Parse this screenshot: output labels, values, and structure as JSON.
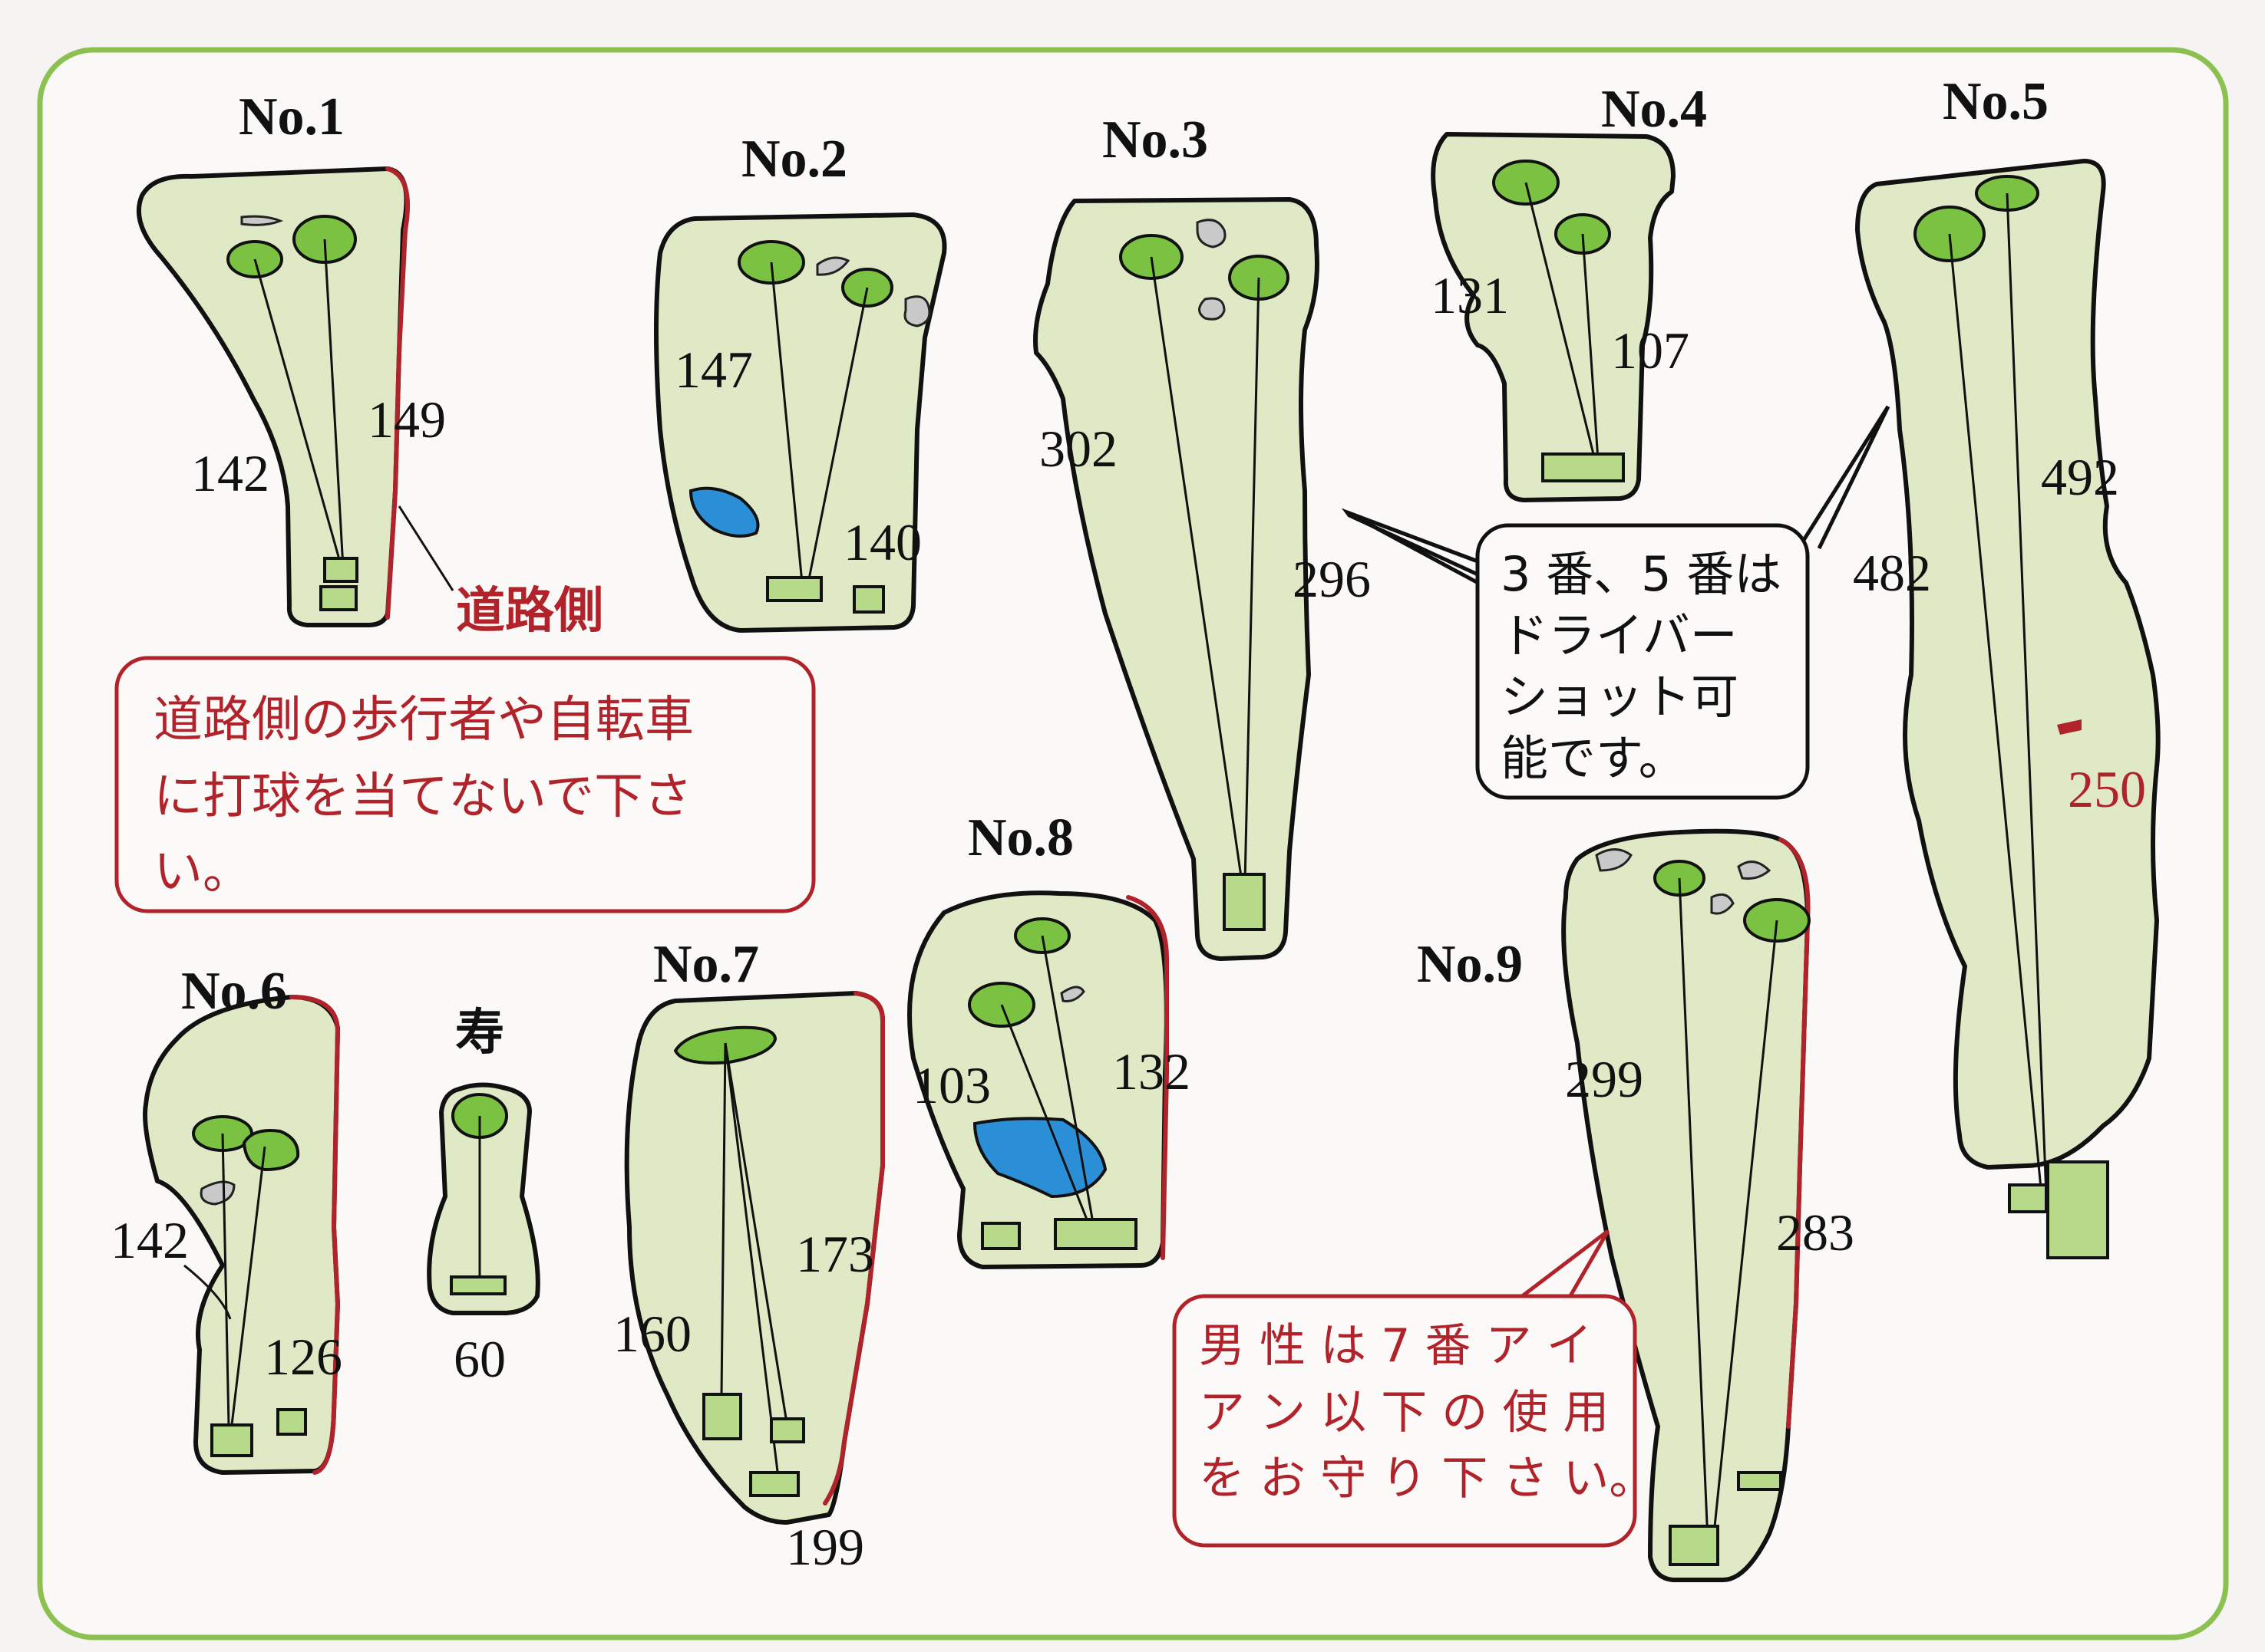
{
  "holes": [
    {
      "id": "no1",
      "title": "No.1",
      "distances": [
        "142",
        "149"
      ]
    },
    {
      "id": "no2",
      "title": "No.2",
      "distances": [
        "147",
        "140"
      ]
    },
    {
      "id": "no3",
      "title": "No.3",
      "distances": [
        "302",
        "296"
      ]
    },
    {
      "id": "no4",
      "title": "No.4",
      "distances": [
        "131",
        "107"
      ]
    },
    {
      "id": "no5",
      "title": "No.5",
      "distances": [
        "482",
        "492"
      ],
      "marker": "250"
    },
    {
      "id": "no6",
      "title": "No.6",
      "distances": [
        "142",
        "126"
      ]
    },
    {
      "id": "kotobuki",
      "title": "寿",
      "distances": [
        "60"
      ]
    },
    {
      "id": "no7",
      "title": "No.7",
      "distances": [
        "160",
        "173",
        "199"
      ]
    },
    {
      "id": "no8",
      "title": "No.8",
      "distances": [
        "103",
        "132"
      ]
    },
    {
      "id": "no9",
      "title": "No.9",
      "distances": [
        "299",
        "283"
      ]
    }
  ],
  "labels": {
    "road_side": "道路側"
  },
  "notes": {
    "pedestrian": [
      "道路側の歩行者や自転車",
      "に打球を当てないで下さ",
      "い。"
    ],
    "driver": [
      "3 番、5 番は",
      "ドライバー",
      "ショット可",
      "能です。"
    ],
    "iron": [
      "男 性 は 7 番 ア イ",
      "ア ン 以 下 の 使 用",
      "を お 守 り 下 さ い。"
    ]
  },
  "colors": {
    "fairway": "#dfe9c6",
    "green": "#7cc242",
    "bunker": "#c9c9c9",
    "water": "#2a8fd6",
    "tee": "#b6d98a",
    "road_line": "#b0232a",
    "frame": "#8cc152",
    "outline": "#111111"
  }
}
